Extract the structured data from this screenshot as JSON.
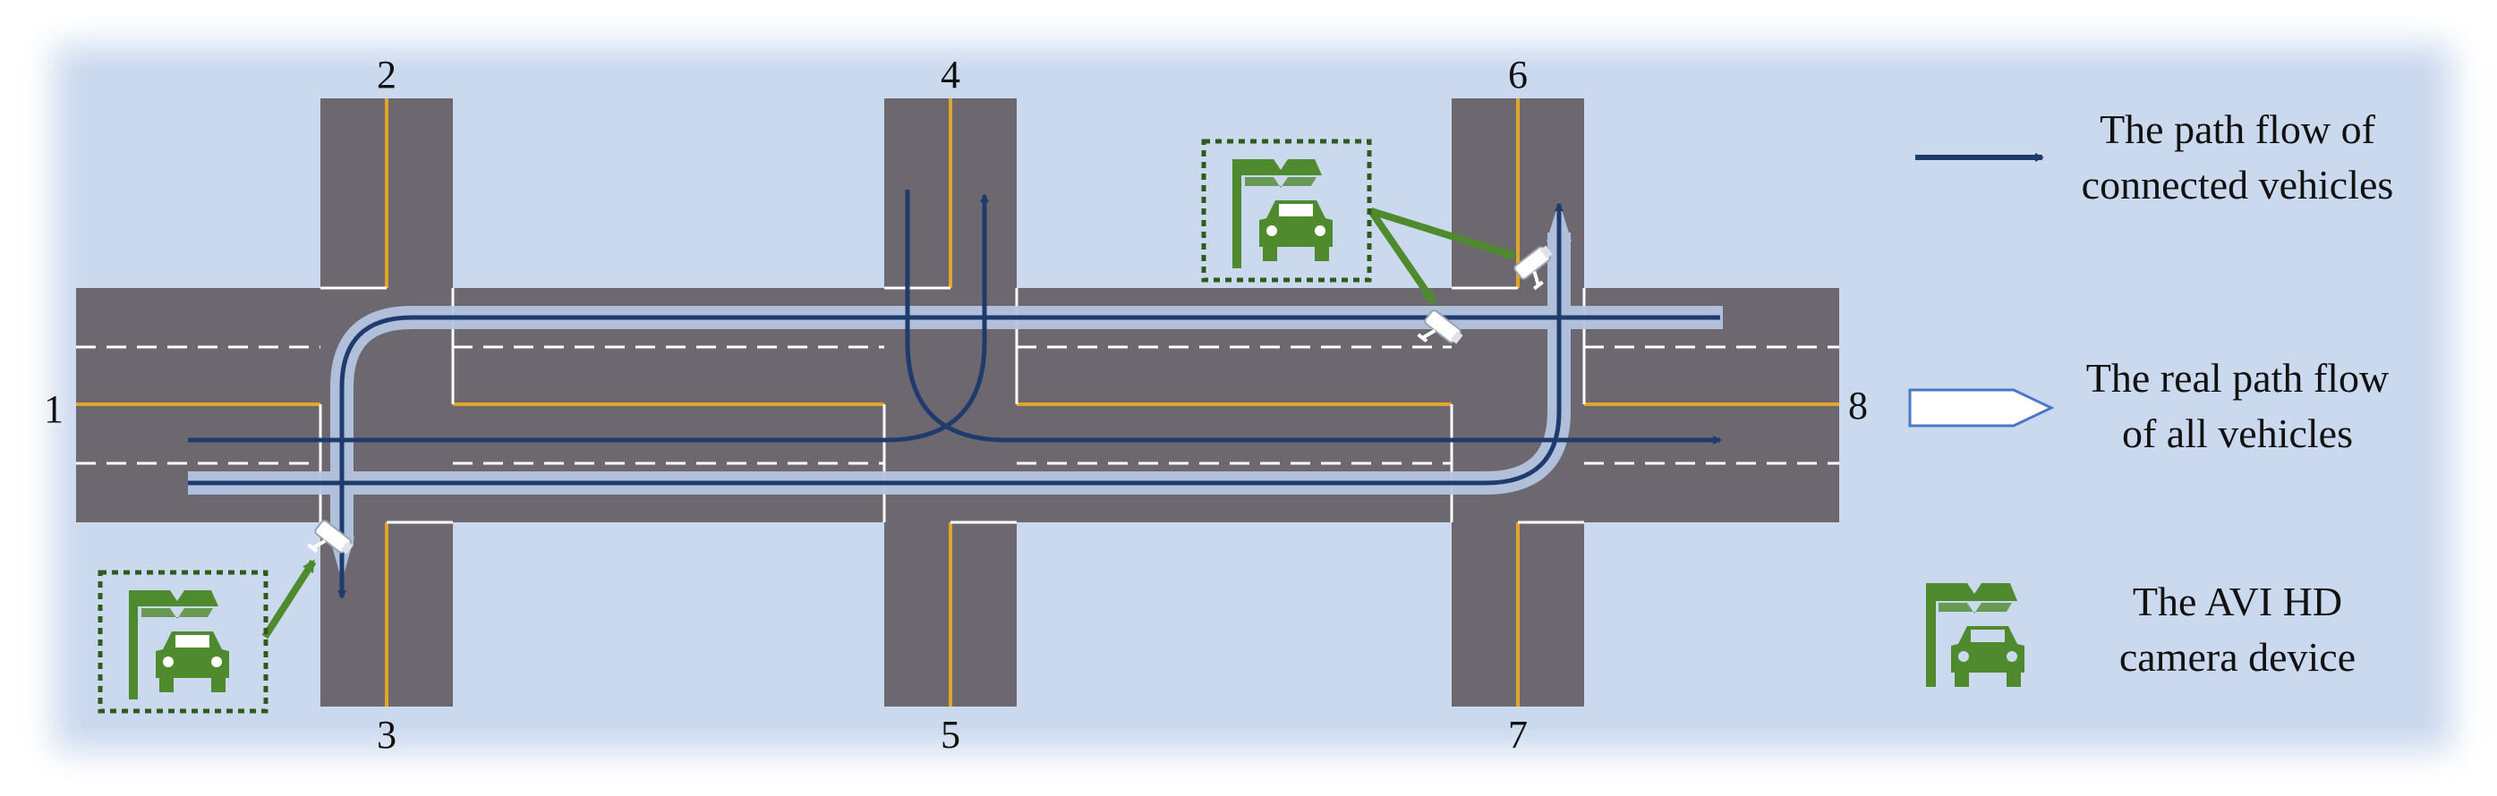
{
  "colors": {
    "background": "#cbd9ee",
    "road": "#6d6770",
    "center_line": "#e2a52b",
    "lane_dash": "#ffffff",
    "connected_path": "#1f3b6e",
    "real_path": "#b4c4e0",
    "device_green": "#4f8a2e",
    "device_border": "#2f5a1e"
  },
  "icons": {
    "camera": "surveillance-camera-icon",
    "device": "avi-hd-camera-device-icon",
    "car": "car-icon"
  },
  "nodes": {
    "n1": "1",
    "n2": "2",
    "n3": "3",
    "n4": "4",
    "n5": "5",
    "n6": "6",
    "n7": "7",
    "n8": "8"
  },
  "legend": {
    "connected_line1": "The path flow of",
    "connected_line2": "connected vehicles",
    "real_line1": "The real path flow",
    "real_line2": "of all vehicles",
    "device_line1": "The AVI HD",
    "device_line2": "camera device"
  }
}
